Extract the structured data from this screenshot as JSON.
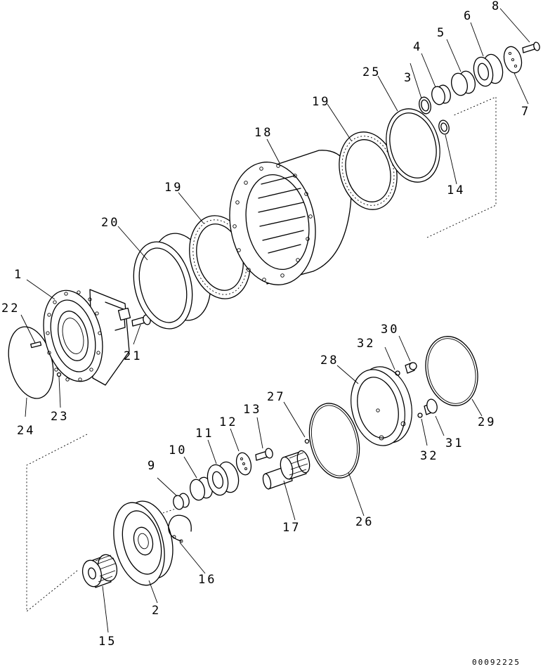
{
  "diagram": {
    "background": "#ffffff",
    "ink": "#000000",
    "drawing_code": "00092225",
    "callouts": [
      {
        "id": "c1",
        "text": "1"
      },
      {
        "id": "c2",
        "text": "2"
      },
      {
        "id": "c3",
        "text": "3"
      },
      {
        "id": "c4",
        "text": "4"
      },
      {
        "id": "c5",
        "text": "5"
      },
      {
        "id": "c6",
        "text": "6"
      },
      {
        "id": "c7",
        "text": "7"
      },
      {
        "id": "c8",
        "text": "8"
      },
      {
        "id": "c9",
        "text": "9"
      },
      {
        "id": "c10",
        "text": "10"
      },
      {
        "id": "c11",
        "text": "11"
      },
      {
        "id": "c12",
        "text": "12"
      },
      {
        "id": "c13",
        "text": "13"
      },
      {
        "id": "c14",
        "text": "14"
      },
      {
        "id": "c15",
        "text": "15"
      },
      {
        "id": "c16",
        "text": "16"
      },
      {
        "id": "c17",
        "text": "17"
      },
      {
        "id": "c18",
        "text": "18"
      },
      {
        "id": "c19a",
        "text": "19"
      },
      {
        "id": "c19b",
        "text": "19"
      },
      {
        "id": "c20",
        "text": "20"
      },
      {
        "id": "c21",
        "text": "21"
      },
      {
        "id": "c22",
        "text": "22"
      },
      {
        "id": "c23",
        "text": "23"
      },
      {
        "id": "c24",
        "text": "24"
      },
      {
        "id": "c25",
        "text": "25"
      },
      {
        "id": "c26",
        "text": "26"
      },
      {
        "id": "c27",
        "text": "27"
      },
      {
        "id": "c28",
        "text": "28"
      },
      {
        "id": "c29",
        "text": "29"
      },
      {
        "id": "c30",
        "text": "30"
      },
      {
        "id": "c31",
        "text": "31"
      },
      {
        "id": "c32a",
        "text": "32"
      },
      {
        "id": "c32b",
        "text": "32"
      }
    ]
  }
}
